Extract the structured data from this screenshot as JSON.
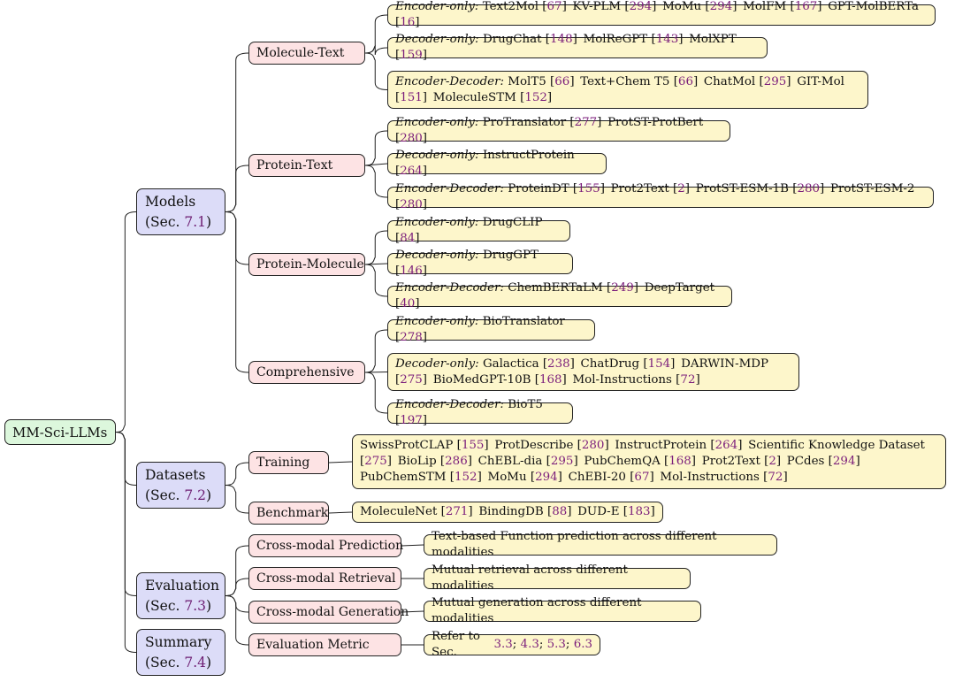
{
  "root": {
    "label": "MM-Sci-LLMs"
  },
  "sections": [
    {
      "key": "models",
      "name": "Models",
      "sec_prefix": "(Sec. ",
      "sec_ref": "7.1",
      "sec_suffix": ")"
    },
    {
      "key": "datasets",
      "name": "Datasets",
      "sec_prefix": "(Sec. ",
      "sec_ref": "7.2",
      "sec_suffix": ")"
    },
    {
      "key": "evaluation",
      "name": "Evaluation",
      "sec_prefix": "(Sec. ",
      "sec_ref": "7.3",
      "sec_suffix": ")"
    },
    {
      "key": "summary",
      "name": "Summary",
      "sec_prefix": "(Sec. ",
      "sec_ref": "7.4",
      "sec_suffix": ")"
    }
  ],
  "subcategories": {
    "molecule_text": "Molecule-Text",
    "protein_text": "Protein-Text",
    "protein_molecule": "Protein-Molecule",
    "comprehensive": "Comprehensive",
    "training": "Training",
    "benchmark": "Benchmark",
    "cross_pred": "Cross-modal Prediction",
    "cross_retr": "Cross-modal Retrieval",
    "cross_gen": "Cross-modal Generation",
    "eval_metric": "Evaluation Metric"
  },
  "leaves": {
    "mt_enc": {
      "type": "Encoder-only:",
      "items": [
        [
          "Text2Mol",
          "67"
        ],
        [
          "KV-PLM",
          "294"
        ],
        [
          "MoMu",
          "294"
        ],
        [
          "MolFM",
          "167"
        ],
        [
          "GPT-MolBERTa",
          "16"
        ]
      ]
    },
    "mt_dec": {
      "type": "Decoder-only:",
      "items": [
        [
          "DrugChat",
          "148"
        ],
        [
          "MolReGPT",
          "143"
        ],
        [
          "MolXPT",
          "159"
        ]
      ]
    },
    "mt_encdec": {
      "type": "Encoder-Decoder:",
      "items": [
        [
          "MolT5",
          "66"
        ],
        [
          "Text+Chem T5",
          "66"
        ],
        [
          "ChatMol",
          "295"
        ],
        [
          "GIT-Mol",
          "151"
        ],
        [
          "MoleculeSTM",
          "152"
        ]
      ]
    },
    "pt_enc": {
      "type": "Encoder-only:",
      "items": [
        [
          "ProTranslator",
          "277"
        ],
        [
          "ProtST-ProtBert",
          "280"
        ]
      ]
    },
    "pt_dec": {
      "type": "Decoder-only:",
      "items": [
        [
          "InstructProtein",
          "264"
        ]
      ]
    },
    "pt_encdec": {
      "type": "Encoder-Decoder:",
      "items": [
        [
          "ProteinDT",
          "155"
        ],
        [
          "Prot2Text",
          "2"
        ],
        [
          "ProtST-ESM-1B",
          "280"
        ],
        [
          "ProtST-ESM-2",
          "280"
        ]
      ]
    },
    "pm_enc": {
      "type": "Encoder-only:",
      "items": [
        [
          "DrugCLIP",
          "84"
        ]
      ]
    },
    "pm_dec": {
      "type": "Decoder-only:",
      "items": [
        [
          "DrugGPT",
          "146"
        ]
      ]
    },
    "pm_encdec": {
      "type": "Encoder-Decoder:",
      "items": [
        [
          "ChemBERTaLM",
          "249"
        ],
        [
          "DeepTarget",
          "40"
        ]
      ]
    },
    "co_enc": {
      "type": "Encoder-only:",
      "items": [
        [
          "BioTranslator",
          "278"
        ]
      ]
    },
    "co_dec": {
      "type": "Decoder-only:",
      "items": [
        [
          "Galactica",
          "238"
        ],
        [
          "ChatDrug",
          "154"
        ],
        [
          "DARWIN-MDP",
          "275"
        ],
        [
          "BioMedGPT-10B",
          "168"
        ],
        [
          "Mol-Instructions",
          "72"
        ]
      ]
    },
    "co_encdec": {
      "type": "Encoder-Decoder:",
      "items": [
        [
          "BioT5",
          "197"
        ]
      ]
    },
    "ds_train": {
      "type": "",
      "items": [
        [
          "SwissProtCLAP",
          "155"
        ],
        [
          "ProtDescribe",
          "280"
        ],
        [
          "InstructProtein",
          "264"
        ],
        [
          "Scientific Knowledge Dataset",
          "275"
        ],
        [
          "BioLip",
          "286"
        ],
        [
          "ChEBL-dia",
          "295"
        ],
        [
          "PubChemQA",
          "168"
        ],
        [
          "Prot2Text",
          "2"
        ],
        [
          "PCdes",
          "294"
        ],
        [
          "PubChemSTM",
          "152"
        ],
        [
          "MoMu",
          "294"
        ],
        [
          "ChEBI-20",
          "67"
        ],
        [
          "Mol-Instructions",
          "72"
        ]
      ]
    },
    "ds_bench": {
      "type": "",
      "items": [
        [
          "MoleculeNet",
          "271"
        ],
        [
          "BindingDB",
          "88"
        ],
        [
          "DUD-E",
          "183"
        ]
      ]
    }
  },
  "eval_texts": {
    "pred": "Text-based Function prediction across different modalities",
    "retr": "Mutual retrieval across different modalities",
    "gen": "Mutual generation across different modalities",
    "metric_prefix": "Refer to Sec. ",
    "metric_refs": [
      "3.3",
      "4.3",
      "5.3",
      "6.3"
    ]
  },
  "colors": {
    "root": "#dcf7dc",
    "level1": "#dcdcf8",
    "level2": "#fde3e4",
    "leaf": "#fdf6cb",
    "citation": "#7b1e7b"
  }
}
